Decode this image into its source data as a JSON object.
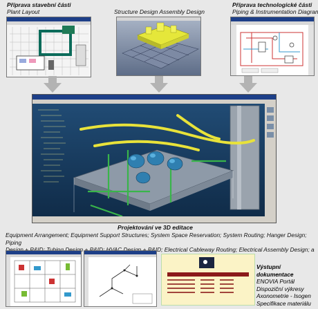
{
  "top": {
    "left": {
      "heading": "Příprava stavební části",
      "subtitle": "Plant Layout"
    },
    "center": {
      "subtitle": "Structure Design Assembly Design"
    },
    "right": {
      "heading": "Příprava technologické části",
      "subtitle": "Piping & Instrumentation Diagram"
    }
  },
  "middle": {
    "heading": "Projektování ve 3D edítace",
    "description_line1": "Equipment Arrangement; Equipment Support Structures; System Space Reservation; System Routing; Hanger Design; Piping",
    "description_line2": "Design + P&ID; Tubing Design + P&ID; HVAC Design + P&ID; Electrical Cableway Routing; Electrical Assembly Design; a další"
  },
  "output": {
    "heading": "Výstupní dokumentace",
    "items": [
      "ENOVIA Portál",
      "Dispoziční výkresy",
      "Axonometrie - Isogen",
      "Specifikace materiálu"
    ]
  },
  "colors": {
    "arrow": "#b3b3b3",
    "background": "#e8e8e8",
    "cad_bg": "#163a5c",
    "report_bg": "#fbf3c6",
    "report_header": "#8b1a1a"
  }
}
